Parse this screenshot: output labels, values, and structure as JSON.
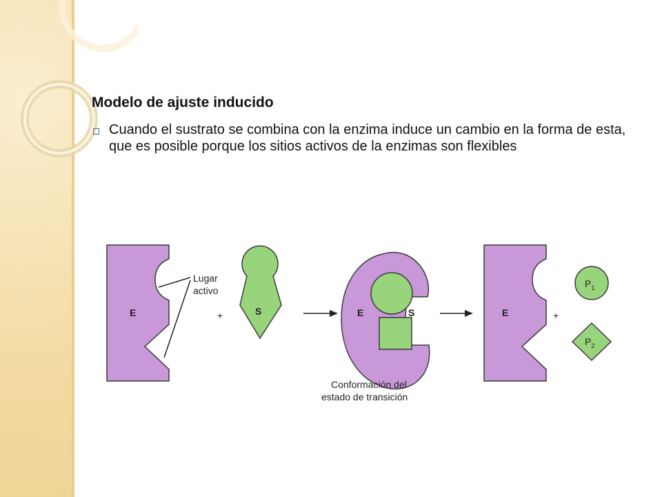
{
  "slide": {
    "title": "Modelo de ajuste inducido",
    "bullet_text": "Cuando el sustrato se combina con la enzima induce un cambio en la forma de esta, que es posible porque los sitios activos de la enzimas son flexibles"
  },
  "diagram": {
    "active_site_label_line1": "Lugar",
    "active_site_label_line2": "activo",
    "enzyme_label": "E",
    "substrate_label": "S",
    "plus": "+",
    "product1_label": "P",
    "product1_sub": "1",
    "product2_label": "P",
    "product2_sub": "2",
    "transition_caption_line1": "Conformación del",
    "transition_caption_line2": "estado de transición"
  },
  "colors": {
    "enzyme": "#c898d8",
    "substrate": "#98d47c",
    "outline": "#3a3a3a"
  }
}
